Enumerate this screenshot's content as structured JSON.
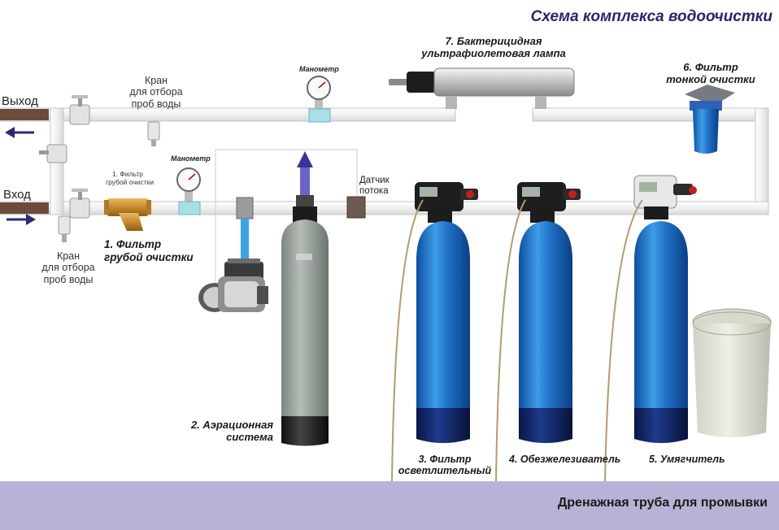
{
  "title": "Схема комплекса водоочистки",
  "ports": {
    "outlet": "Выход",
    "inlet": "Вход"
  },
  "labels": {
    "tap_top": [
      "Кран",
      "для отбора",
      "проб воды"
    ],
    "tap_bottom": [
      "Кран",
      "для отбора",
      "проб воды"
    ],
    "manometer_top": "Манометр",
    "manometer_bottom": "Манометр",
    "coarse_small": [
      "1. Фильтр",
      "грубой очистки"
    ],
    "coarse": [
      "1. Фильтр",
      "грубой очистки"
    ],
    "aeration": [
      "2. Аэрационная",
      "система"
    ],
    "flow_sensor": [
      "Датчик",
      "потока"
    ],
    "clarifier": [
      "3. Фильтр",
      "осветлительный"
    ],
    "iron_remover": "4. Обезжелезиватель",
    "softener": "5. Умягчитель",
    "fine_filter": [
      "6. Фильтр",
      "тонкой очистки"
    ],
    "uv_lamp": [
      "7. Бактерицидная",
      "ультрафиолетовая лампа"
    ]
  },
  "drain": "Дренажная труба для промывки",
  "colors": {
    "title": "#2b2470",
    "pipe": "#f2f2f2",
    "pipe_edge": "#c4c4c4",
    "vessel_blue": "#1f6fc4",
    "vessel_base": "#0d1d55",
    "aeration_tank": "#9aa39c",
    "drain_band": "#b8b3d6",
    "arrow": "#2b2a78"
  }
}
